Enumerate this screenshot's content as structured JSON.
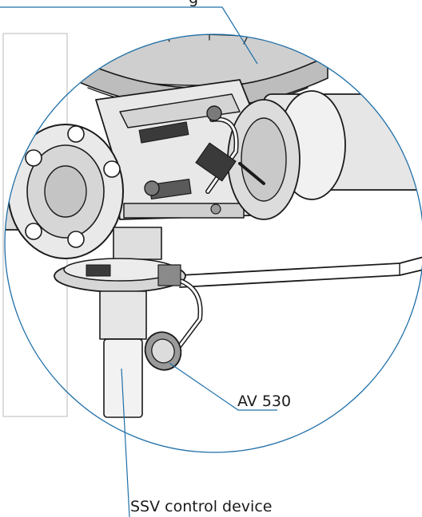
{
  "callouts": {
    "top_partial": "g",
    "av": "AV 530",
    "ssv": "SSV control device"
  },
  "colors": {
    "leader": "#1f6fa8",
    "ink": "#1a1a1a",
    "shade": "#cfcfcf",
    "light": "#ececec"
  }
}
